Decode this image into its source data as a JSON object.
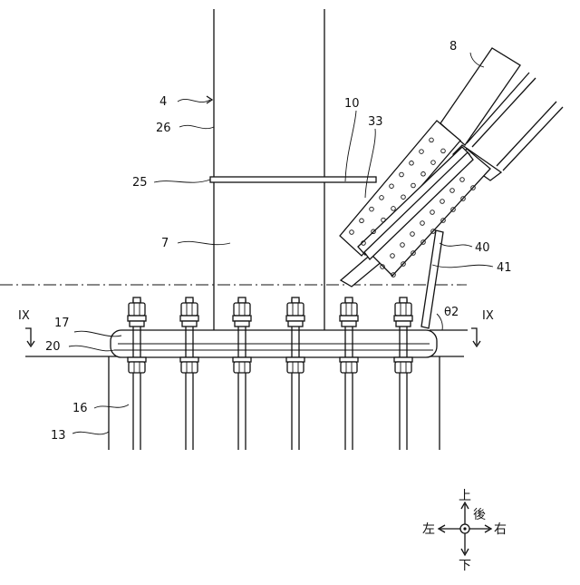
{
  "labels": {
    "l8": "8",
    "l4": "4",
    "l10": "10",
    "l33": "33",
    "l26": "26",
    "l25": "25",
    "l7": "7",
    "l40": "40",
    "l41": "41",
    "lIX_left": "IX",
    "lIX_right": "IX",
    "l17": "17",
    "l20": "20",
    "l16": "16",
    "l13": "13",
    "theta": "θ2"
  },
  "compass": {
    "up": "上",
    "back": "後",
    "left": "左",
    "right": "右",
    "down": "下"
  },
  "colors": {
    "line": "#111111",
    "background": "#ffffff"
  }
}
